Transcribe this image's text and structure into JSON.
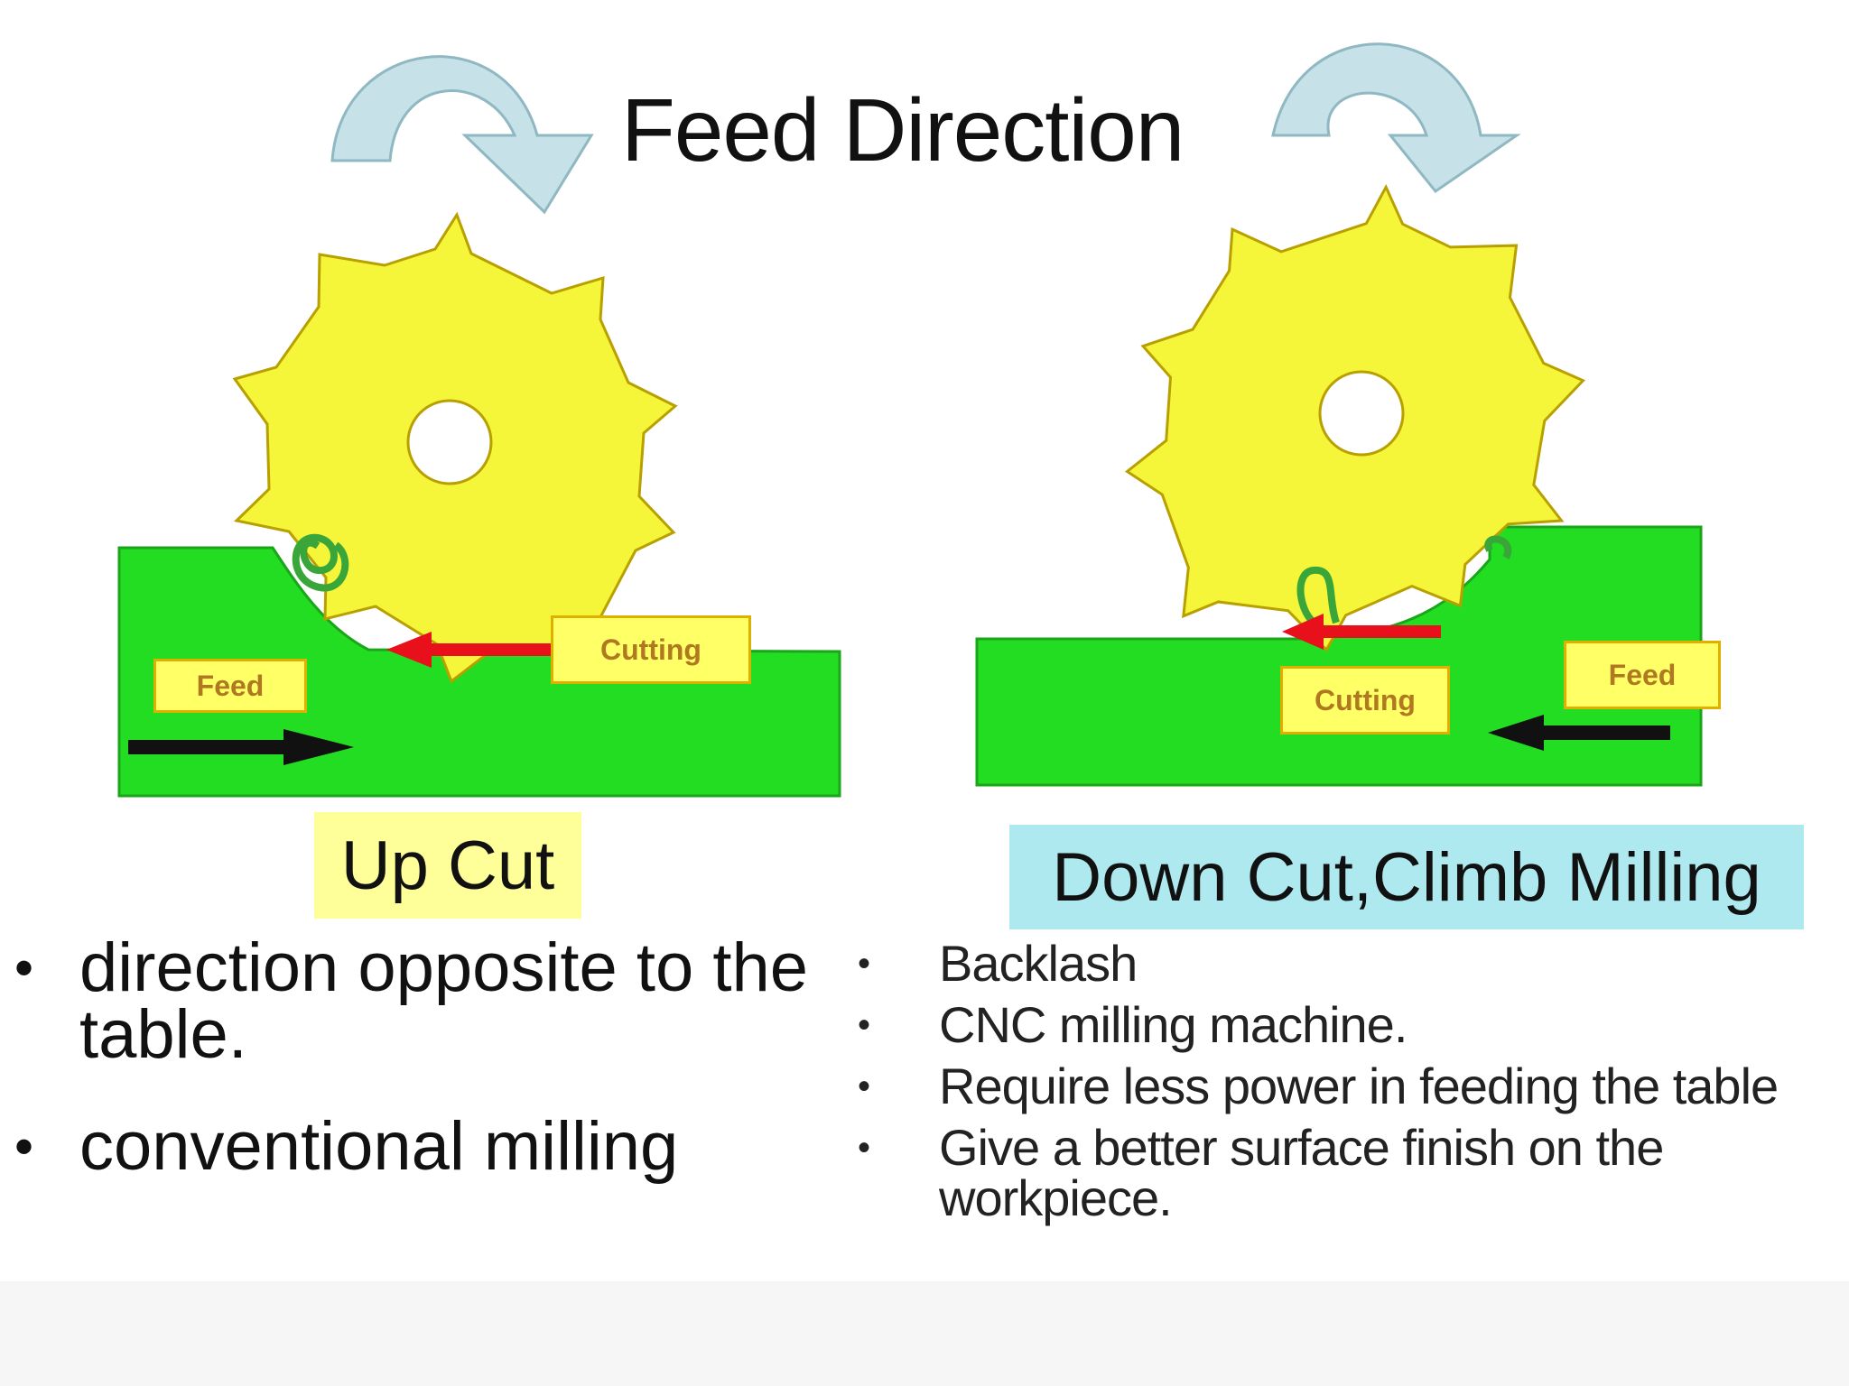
{
  "title": "Feed Direction",
  "up_cut": {
    "caption": "Up Cut",
    "feed_label": "Feed",
    "cutting_label": "Cutting",
    "bullets": [
      "direction opposite to the table.",
      "conventional milling"
    ]
  },
  "down_cut": {
    "caption": "Down Cut,Climb Milling",
    "feed_label": "Feed",
    "cutting_label": "Cutting",
    "bullets": [
      "Backlash",
      "CNC milling machine.",
      "Require less power in feeding the table",
      "Give a better surface finish on the workpiece."
    ]
  },
  "colors": {
    "cutter": "#f5f53a",
    "cutter_outline": "#b8a000",
    "workpiece": "#22dd22",
    "arrow_fill": "#c6e2e8",
    "cutting_arrow": "#e8101a",
    "feed_arrow": "#111111",
    "chip": "#3aa63a"
  }
}
